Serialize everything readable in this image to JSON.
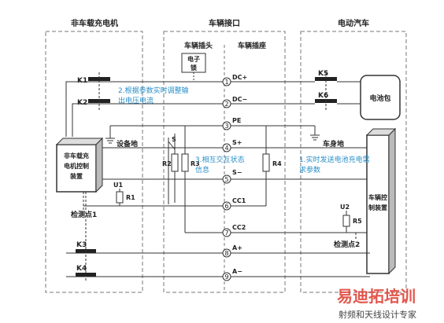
{
  "sections": {
    "charger_title": "非车载充电机",
    "interface_title": "车辆接口",
    "ev_title": "电动汽车",
    "plug_label": "车辆插头",
    "socket_label": "车辆插座"
  },
  "components": {
    "elock_l1": "电子",
    "elock_l2": "锁",
    "k1": "K1",
    "k2": "K2",
    "k3": "K3",
    "k4": "K4",
    "k5": "K5",
    "k6": "K6",
    "controller_l1": "非车载充",
    "controller_l2": "电机控制",
    "controller_l3": "装置",
    "u1": "U1",
    "r1": "R1",
    "device_ground": "设备地",
    "checkpoint1": "检测点1",
    "s": "S",
    "r2": "R2",
    "r3": "R3",
    "r4": "R4",
    "battery": "电池包",
    "vehicle_ground": "车身地",
    "vcu_l1": "车辆控",
    "vcu_l2": "制装置",
    "u2": "U2",
    "r5": "R5",
    "checkpoint2": "检测点2"
  },
  "pins": [
    {
      "num": "1",
      "label": "DC+"
    },
    {
      "num": "2",
      "label": "DC−"
    },
    {
      "num": "3",
      "label": "PE"
    },
    {
      "num": "4",
      "label": "S+"
    },
    {
      "num": "5",
      "label": "S−"
    },
    {
      "num": "6",
      "label": "CC1"
    },
    {
      "num": "7",
      "label": "CC2"
    },
    {
      "num": "8",
      "label": "A+"
    },
    {
      "num": "9",
      "label": "A−"
    }
  ],
  "annotations": {
    "note2_l1": "2.根据参数实时调整输",
    "note2_l2": "出电压电流",
    "note3_l1": "3.相互交互状态",
    "note3_l2": "信息",
    "note1_l1": "1.实时发送电池充电需",
    "note1_l2": "求参数"
  },
  "watermark": {
    "brand": "易迪拓培训",
    "slogan": "射频和天线设计专家"
  },
  "colors": {
    "line": "#333333",
    "annotation": "#2a8fc8",
    "brand_red": "#e0453a",
    "panel_border": "#777777"
  }
}
